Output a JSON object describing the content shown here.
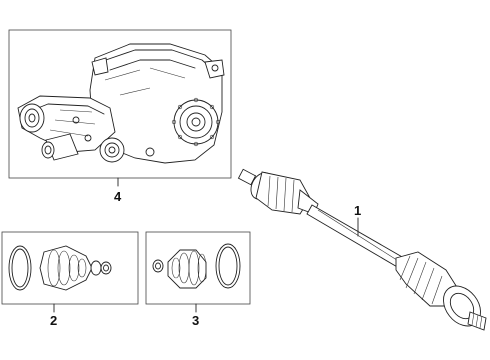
{
  "callouts": {
    "shaft": "1",
    "inner_boot_kit": "2",
    "outer_boot_kit": "3",
    "differential": "4"
  }
}
